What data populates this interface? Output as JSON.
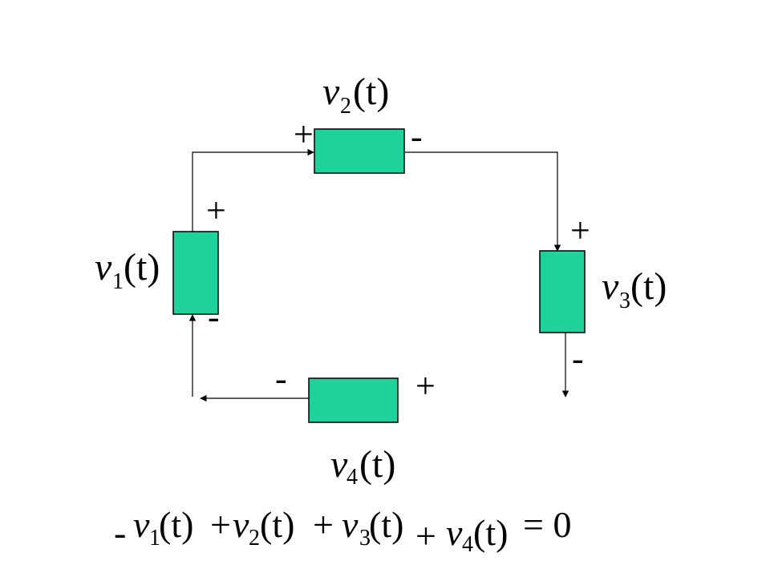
{
  "colors": {
    "component_fill": "#1fd19a",
    "wire": "#000000"
  },
  "components": {
    "v1": {
      "var": "v",
      "sub": "1",
      "rest": "(t)",
      "plus": "+",
      "minus": "-"
    },
    "v2": {
      "var": "v",
      "sub": "2",
      "rest": "(t)",
      "plus": "+",
      "minus": "-"
    },
    "v3": {
      "var": "v",
      "sub": "3",
      "rest": "(t)",
      "plus": "+",
      "minus": "-"
    },
    "v4": {
      "var": "v",
      "sub": "4",
      "rest": "(t)",
      "plus": "+",
      "minus": "-"
    }
  },
  "equation": {
    "lead_sign": "-",
    "plus": "+",
    "equals": "= 0"
  }
}
